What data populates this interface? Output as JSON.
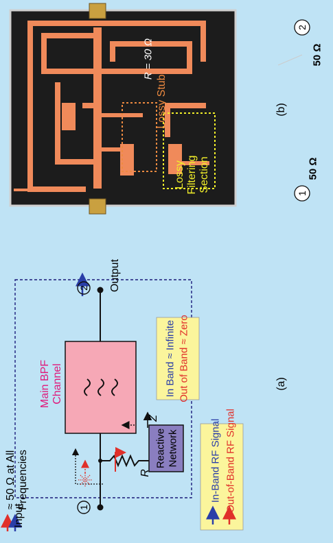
{
  "colors": {
    "background": "#bfe3f5",
    "bpf_fill": "#f6a8b6",
    "reactive_fill": "#8a7ec0",
    "yellow_box": "#fbf59c",
    "blue_signal": "#2a3ea8",
    "red_signal": "#e0302a",
    "magenta": "#e0187a",
    "orange": "#ee8a40",
    "yellow_label": "#f2ef2a",
    "board": "#1c1c1c",
    "copper": "#f08a5a"
  },
  "panel_a": {
    "caption": "(a)",
    "input_label": "Input",
    "output_label": "Output",
    "port1": "1",
    "port2": "2",
    "impedance_note_line1": "≈ 50 Ω at All",
    "impedance_note_line2": "Frequencies",
    "bpf_line1": "Main BPF",
    "bpf_line2": "Channel",
    "reactive_line1": "Reactive",
    "reactive_line2": "Network",
    "resistor_label": "R",
    "z_label": "Z",
    "z_box_line1": "In Band ≈ Infinite",
    "z_box_line2": "Out of Band ≈ Zero",
    "legend_inband": "In-Band RF Signal",
    "legend_outband": "Out-of-Band RF Signal"
  },
  "panel_b": {
    "caption": "(b)",
    "port1": "1",
    "port2": "2",
    "port1_impedance": "50 Ω",
    "port2_impedance": "50 Ω",
    "resistor_label": "R = 30 Ω",
    "lossy_stub": "Lossy Stub",
    "lossy_section_line1": "Lossy",
    "lossy_section_line2": "Filtering",
    "lossy_section_line3": "Section"
  }
}
